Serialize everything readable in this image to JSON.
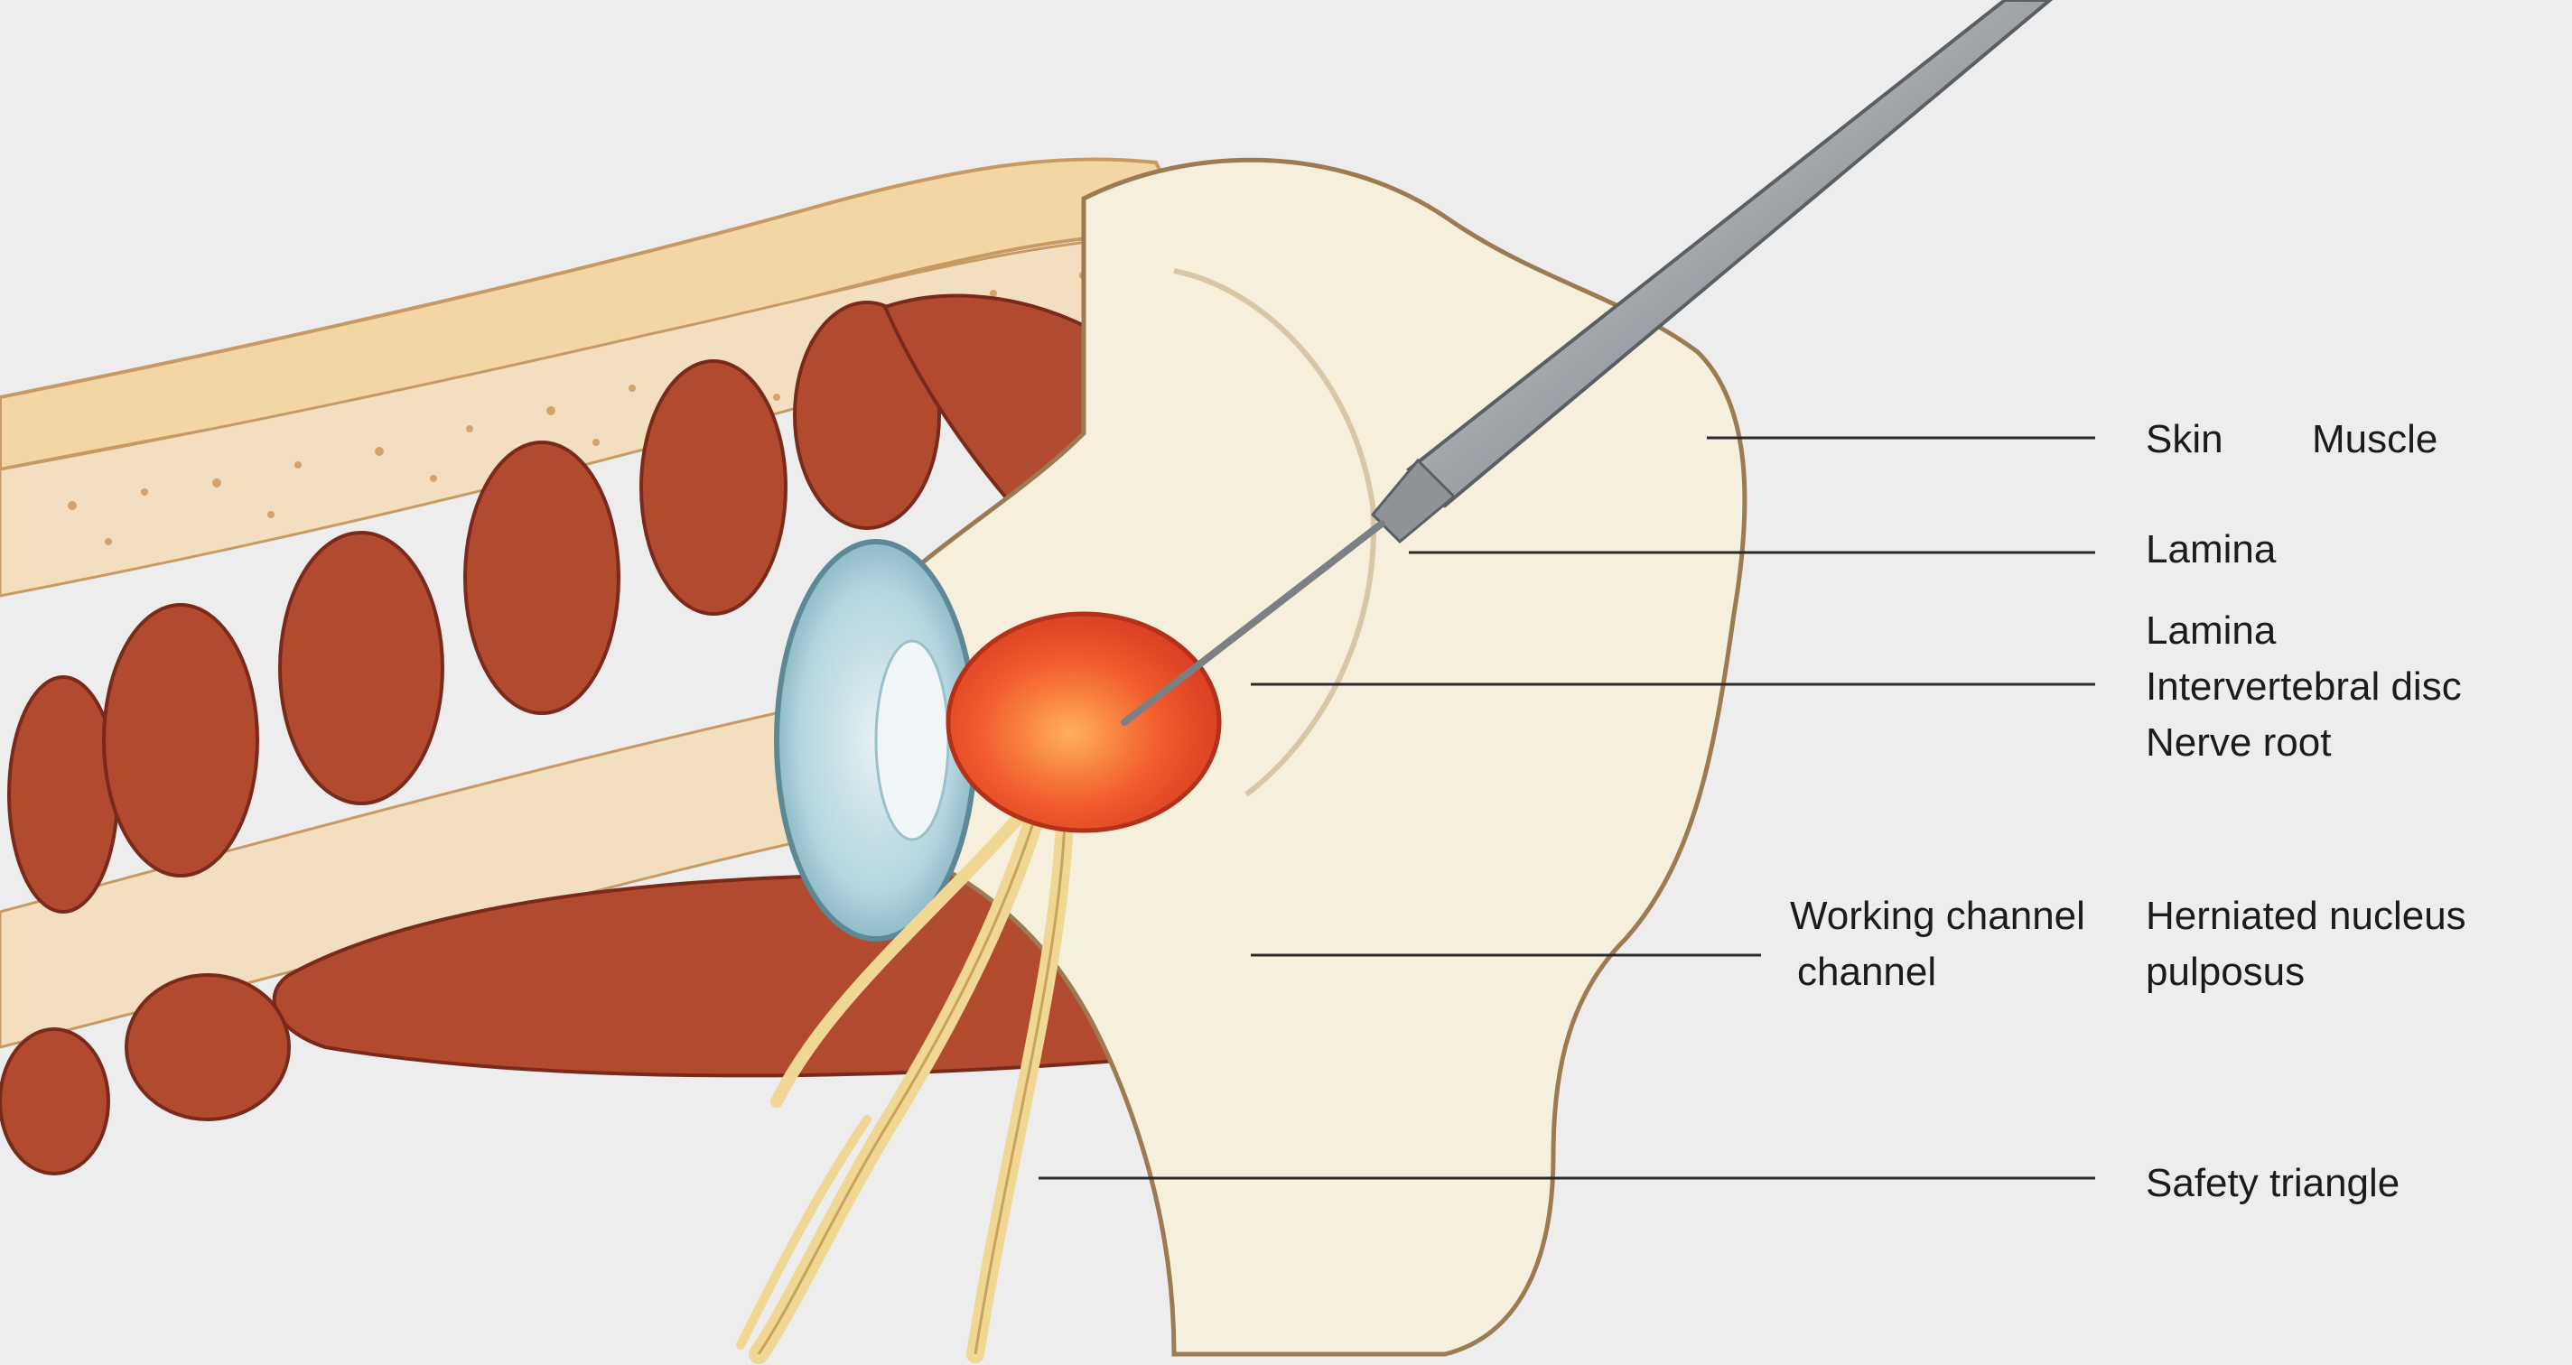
{
  "labels": {
    "skin": "Skin",
    "muscle": "Muscle",
    "lamina_1": "Lamina",
    "lamina_2": "Lamina",
    "intervertebral_disc": "Intervertebral disc",
    "nerve_root": "Nerve root",
    "working_channel_line1": "Working channel",
    "working_channel_line2": "channel",
    "herniated_line1": "Herniated nucleus",
    "herniated_line2": "pulposus",
    "safety_triangle": "Safety triangle"
  },
  "colors": {
    "background": "#ededed",
    "skin": "#f4d6a5",
    "muscle": "#b24a30",
    "bone": "#f6efdc",
    "disc": "#a9cdd8",
    "herniation": "#e8482a",
    "nerve": "#f0d794",
    "instrument": "#b9bcc0",
    "leader_line": "#2a2a2a"
  }
}
